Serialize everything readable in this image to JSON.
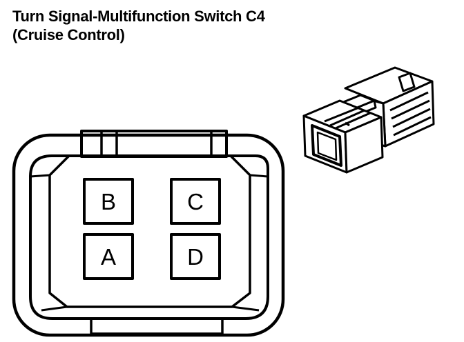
{
  "title": {
    "line1": "Turn Signal-Multifunction Switch C4",
    "line2": "(Cruise Control)"
  },
  "connector": {
    "pins": [
      {
        "label": "B"
      },
      {
        "label": "C"
      },
      {
        "label": "A"
      },
      {
        "label": "D"
      }
    ]
  },
  "colors": {
    "line": "#000000",
    "background": "#ffffff"
  }
}
